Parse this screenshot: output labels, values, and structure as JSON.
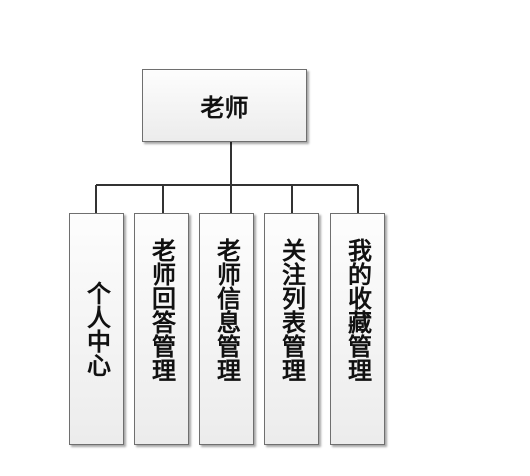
{
  "root": {
    "label": "老师"
  },
  "children": [
    {
      "label": "个人中心"
    },
    {
      "label": "老师回答管理"
    },
    {
      "label": "老师信息管理"
    },
    {
      "label": "关注列表管理"
    },
    {
      "label": "我的收藏管理"
    }
  ],
  "colors": {
    "line": "#333333",
    "border": "#6f6f6f",
    "box_top": "#fdfdfd",
    "box_bottom": "#ececec"
  }
}
